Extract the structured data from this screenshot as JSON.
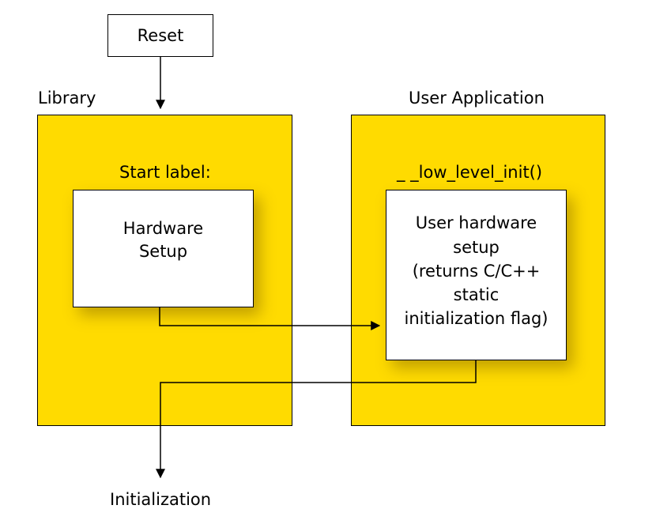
{
  "colors": {
    "panel_fill": "#FFDB00",
    "line": "#000000",
    "box_fill": "#FFFFFF"
  },
  "nodes": {
    "reset": "Reset",
    "library_label": "Library",
    "user_app_label": "User Application",
    "start_label": "Start label:",
    "hardware_setup": [
      "Hardware",
      "Setup"
    ],
    "low_level_init": "_ _low_level_init()",
    "user_hw_setup": [
      "User hardware",
      "setup",
      "(returns  C/C++",
      "static",
      "initialization flag)"
    ],
    "initialization": "Initialization"
  }
}
